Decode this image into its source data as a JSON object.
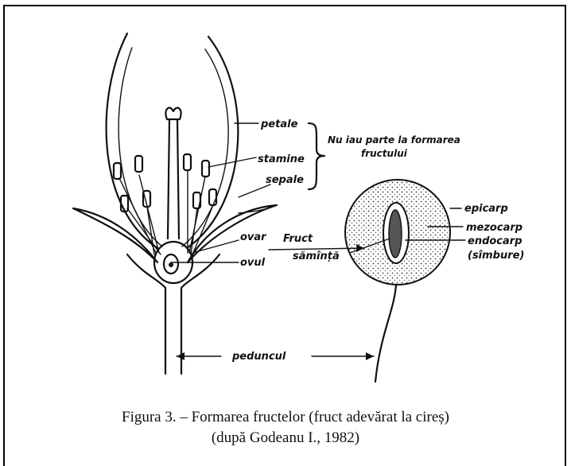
{
  "labels": {
    "petale": "petale",
    "note_line1": "Nu iau parte la formarea",
    "note_line2": "fructului",
    "stamine": "stamine",
    "sepale": "sepale",
    "ovar": "ovar",
    "fruct": "Fruct",
    "ovul": "ovul",
    "samanta": "sămînță",
    "epicarp": "epicarp",
    "mezocarp": "mezocarp",
    "endocarp": "endocarp",
    "simbure": "(sîmbure)",
    "peduncul": "peduncul"
  },
  "caption": {
    "line1": "Figura 3. – Formarea fructelor (fruct adevărat la cireș)",
    "line2": "(după Godeanu I., 1982)"
  }
}
